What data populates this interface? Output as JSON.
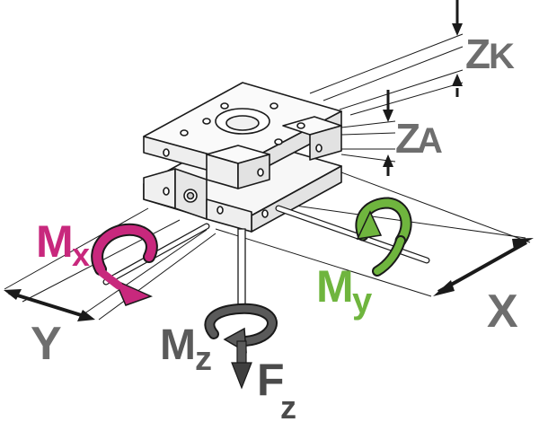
{
  "labels": {
    "mx": {
      "main": "M",
      "sub": "x"
    },
    "my": {
      "main": "M",
      "sub": "y"
    },
    "mz": {
      "main": "M",
      "sub": "z"
    },
    "fz": {
      "main": "F",
      "sub": "z"
    },
    "x": "X",
    "y": "Y",
    "zk": {
      "main": "Z",
      "sub": "K"
    },
    "za": {
      "main": "Z",
      "sub": "A"
    }
  },
  "colors": {
    "mx": "#c8287d",
    "my": "#6fb53e",
    "gray": "#6e6e6e",
    "dark": "#4a4a4a",
    "outline": "#1a1a1a",
    "block": "#f3f3f3"
  },
  "icons": {
    "mx": "curved-rotation-arrow",
    "my": "curved-rotation-arrow",
    "mz": "curved-rotation-arrow",
    "fz": "straight-force-arrow",
    "x": "double-headed-dimension-arrow",
    "y": "double-headed-dimension-arrow",
    "zk": "dimension-arrows",
    "za": "dimension-arrows"
  }
}
